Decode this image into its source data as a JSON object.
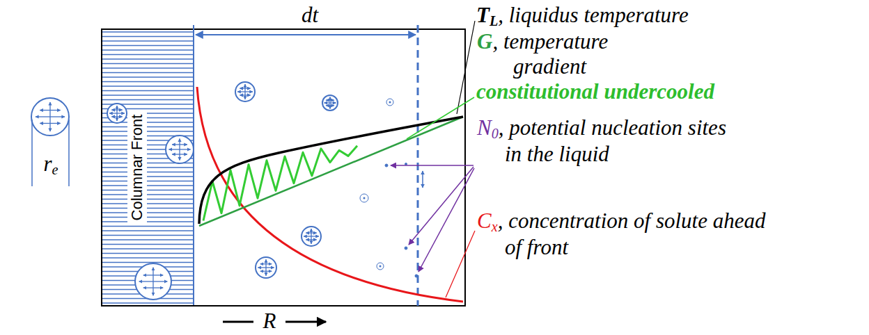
{
  "diagram": {
    "nodes": [
      {
        "text": [
          "Columnar Front"
        ]
      }
    ],
    "labels": [
      "T",
      "L",
      ", liquidus temperature",
      "dt",
      "G",
      ", temperature gradient",
      "constitutional undercooled",
      "r",
      "e",
      "N",
      "0",
      ", potential nucleation sites in the liquid",
      "C",
      "x",
      ", concentration of solute ahead of front",
      "R"
    ]
  }
}
